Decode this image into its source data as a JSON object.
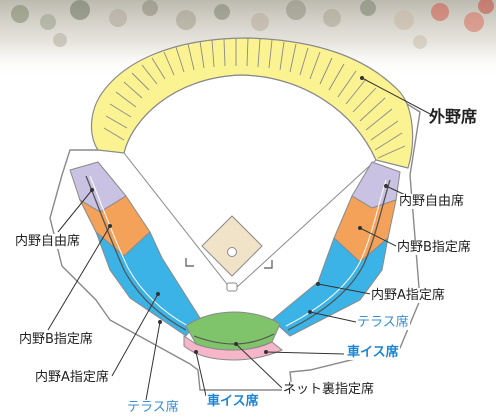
{
  "labels": {
    "outfield": "外野席",
    "infield_free_left": "内野自由席",
    "infield_free_right": "内野自由席",
    "infield_b_left": "内野B指定席",
    "infield_b_right": "内野B指定席",
    "infield_a_left": "内野A指定席",
    "infield_a_right": "内野A指定席",
    "terrace_left": "テラス席",
    "terrace_right": "テラス席",
    "wheelchair_left": "車イス席",
    "wheelchair_right": "車イス席",
    "backnet": "ネット裏指定席"
  },
  "colors": {
    "outfield": "#fbf291",
    "infield_free": "#c9c2e3",
    "infield_b": "#f4a25a",
    "infield_a": "#3cb3e6",
    "backnet": "#7fc46b",
    "wheelchair": "#f4b6c8",
    "infield_dirt": "#f1e3c8",
    "outline": "#8a8a8a",
    "terrace_text": "#3a8fd0",
    "wheelchair_text": "#1a86d4"
  }
}
